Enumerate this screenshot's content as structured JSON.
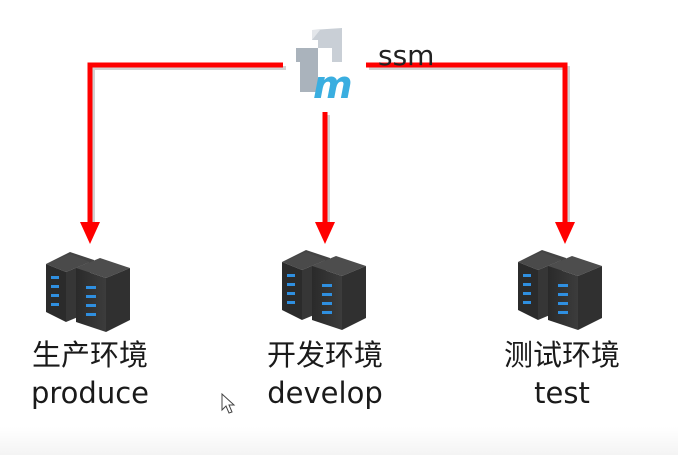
{
  "title": "ssm",
  "source": {
    "label": "ssm",
    "icon": "maven-m-icon",
    "icon_letter": "m",
    "icon_color": "#3aaee0"
  },
  "arrow_color": "#ff0000",
  "environments": [
    {
      "zh": "生产环境",
      "en": "produce",
      "icon": "server-icon"
    },
    {
      "zh": "开发环境",
      "en": "develop",
      "icon": "server-icon"
    },
    {
      "zh": "测试环境",
      "en": "test",
      "icon": "server-icon"
    }
  ]
}
